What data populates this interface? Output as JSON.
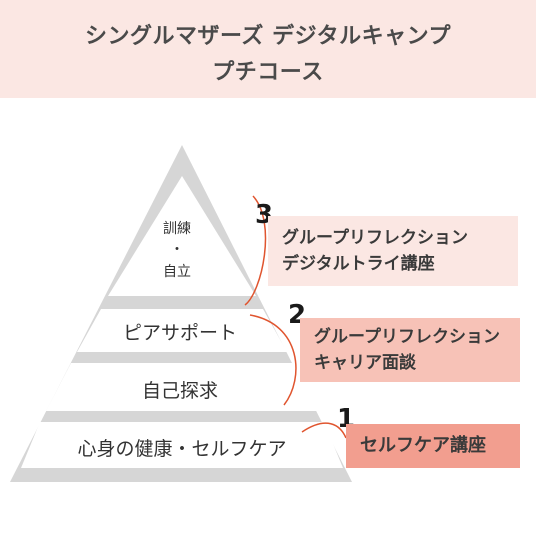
{
  "header": {
    "title_line1": "シングルマザーズ デジタルキャンプ",
    "title_line2": "プチコース"
  },
  "pyramid": {
    "top_lines": [
      "訓練",
      "・",
      "自立"
    ],
    "tier2": "ピアサポート",
    "tier3": "自己探求",
    "tier4": "心身の健康・セルフケア"
  },
  "steps": [
    {
      "number": "3",
      "lines": [
        "グループリフレクション",
        "デジタルトライ講座"
      ]
    },
    {
      "number": "2",
      "lines": [
        "グループリフレクション",
        "キャリア面談"
      ]
    },
    {
      "number": "1",
      "lines": [
        "セルフケア講座"
      ]
    }
  ],
  "colors": {
    "header_bg": "#fbe7e3",
    "pyramid_frame": "#d6d6d6",
    "connector": "#e0552f",
    "callout3": "#fbe7e3",
    "callout2": "#f7c2b7",
    "callout1": "#f29e8f"
  }
}
